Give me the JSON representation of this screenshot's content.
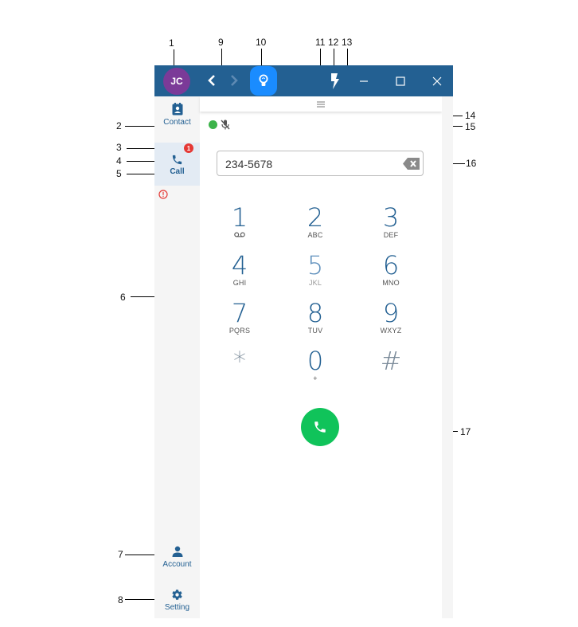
{
  "annotations": [
    {
      "id": "1",
      "label": "1"
    },
    {
      "id": "2",
      "label": "2"
    },
    {
      "id": "3",
      "label": "3"
    },
    {
      "id": "4",
      "label": "4"
    },
    {
      "id": "5",
      "label": "5"
    },
    {
      "id": "6",
      "label": "6"
    },
    {
      "id": "7",
      "label": "7"
    },
    {
      "id": "8",
      "label": "8"
    },
    {
      "id": "9",
      "label": "9"
    },
    {
      "id": "10",
      "label": "10"
    },
    {
      "id": "11",
      "label": "11"
    },
    {
      "id": "12",
      "label": "12"
    },
    {
      "id": "13",
      "label": "13"
    },
    {
      "id": "14",
      "label": "14"
    },
    {
      "id": "15",
      "label": "15"
    },
    {
      "id": "16",
      "label": "16"
    },
    {
      "id": "17",
      "label": "17"
    }
  ],
  "titlebar": {
    "avatar_initials": "JC",
    "avatar_color": "#7b3a98",
    "bar_color": "#236092",
    "icons": [
      "back-icon",
      "forward-icon",
      "lightbulb-icon",
      "lightning-icon",
      "minimize-icon",
      "maximize-icon",
      "close-icon"
    ]
  },
  "sidebar": {
    "items": [
      {
        "label": "Contact",
        "icon": "contact-card-icon",
        "active": false
      },
      {
        "label": "Call",
        "icon": "phone-icon",
        "active": true,
        "badge": "1",
        "warning": true
      },
      {
        "label": "Account",
        "icon": "person-icon",
        "active": false
      },
      {
        "label": "Setting",
        "icon": "gear-icon",
        "active": false
      }
    ]
  },
  "status": {
    "presence_color": "#3cb34a",
    "mic": "muted"
  },
  "dialer": {
    "input_value": "234-5678",
    "keys": [
      {
        "digit": "1",
        "sub": ""
      },
      {
        "digit": "2",
        "sub": "ABC"
      },
      {
        "digit": "3",
        "sub": "DEF"
      },
      {
        "digit": "4",
        "sub": "GHI"
      },
      {
        "digit": "5",
        "sub": "JKL"
      },
      {
        "digit": "6",
        "sub": "MNO"
      },
      {
        "digit": "7",
        "sub": "PQRS"
      },
      {
        "digit": "8",
        "sub": "TUV"
      },
      {
        "digit": "9",
        "sub": "WXYZ"
      },
      {
        "digit": "*",
        "sub": ""
      },
      {
        "digit": "0",
        "sub": "+"
      },
      {
        "digit": "#",
        "sub": ""
      }
    ],
    "call_button_color": "#10c35a"
  }
}
